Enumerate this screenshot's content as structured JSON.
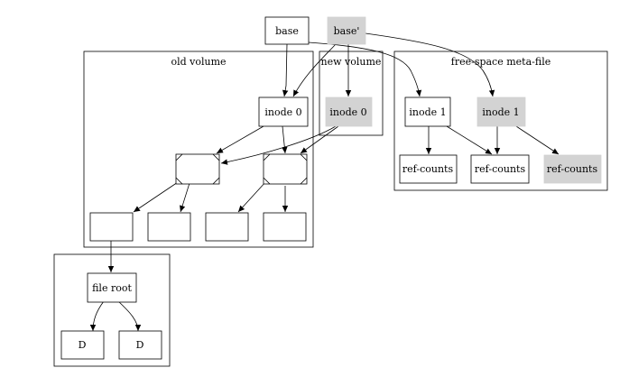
{
  "clusters": {
    "old_volume": "old volume",
    "new_volume": "new volume",
    "free_space": "free-space meta-file"
  },
  "nodes": {
    "base": "base",
    "base_prime": "base'",
    "inode0_old": "inode 0",
    "inode0_new": "inode 0",
    "inode1_old": "inode 1",
    "inode1_new": "inode 1",
    "refcounts_1": "ref-counts",
    "refcounts_2": "ref-counts",
    "refcounts_3": "ref-counts",
    "file_root": "file root",
    "d_left": "D",
    "d_right": "D"
  },
  "colors": {
    "new_node_fill": "#d3d3d3",
    "old_node_fill": "#ffffff"
  }
}
